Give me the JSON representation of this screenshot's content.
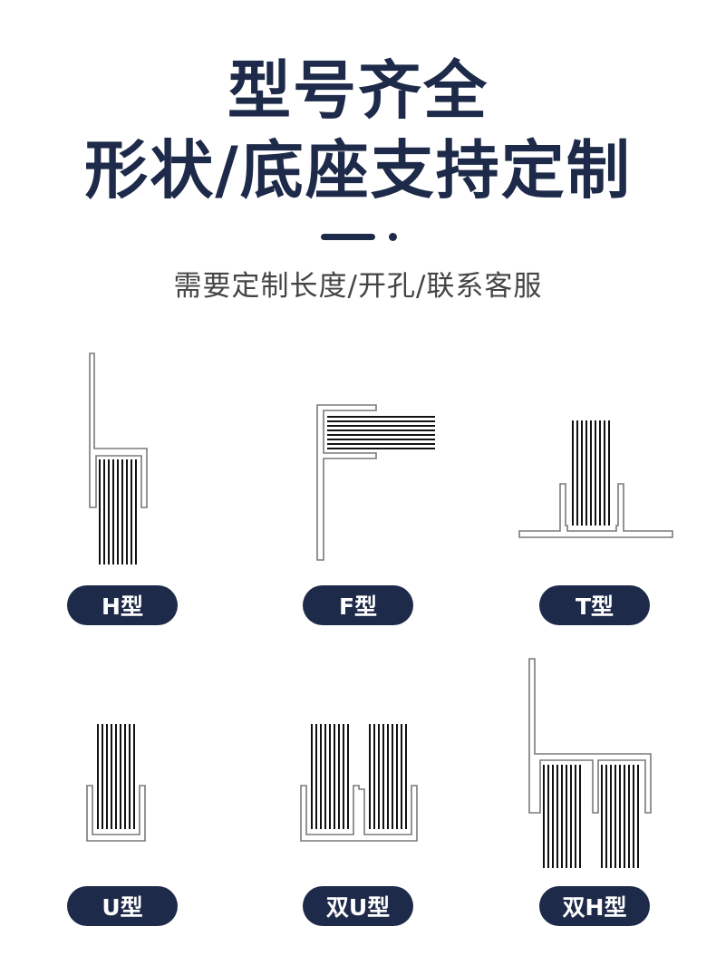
{
  "header": {
    "title_line1": "型号齐全",
    "title_line2": "形状/底座支持定制",
    "subtitle": "需要定制长度/开孔/联系客服"
  },
  "types": [
    {
      "label": "H型"
    },
    {
      "label": "F型"
    },
    {
      "label": "T型"
    },
    {
      "label": "U型"
    },
    {
      "label": "双U型"
    },
    {
      "label": "双H型"
    }
  ],
  "colors": {
    "navy": "#1e2a49",
    "profile_stroke": "#7a7a7a",
    "slat_lines": "#111111"
  }
}
